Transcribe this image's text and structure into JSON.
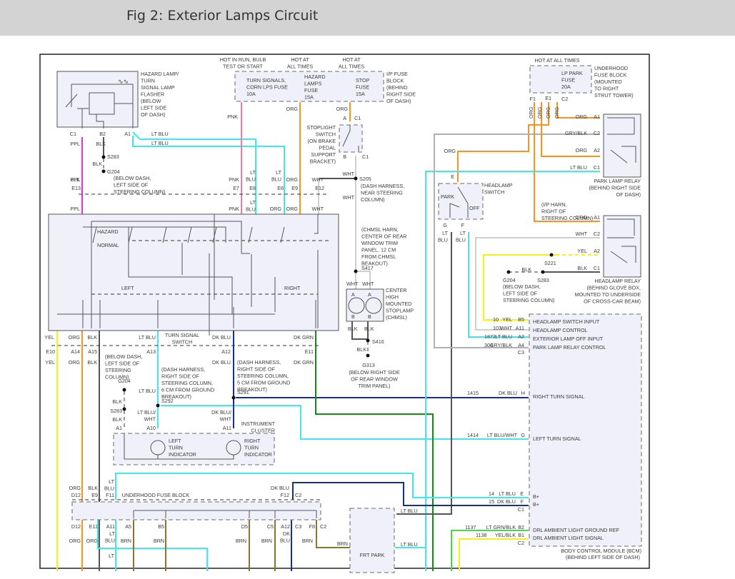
{
  "header": {
    "title": "Fig 2: Exterior Lamps Circuit"
  },
  "colors": {
    "ppl": "#e030e0",
    "pnk": "#f07aa0",
    "ltblu": "#3ee8ee",
    "org": "#f7931e",
    "wht": "#cfcfcf",
    "blk": "#555555",
    "gry": "#b0b0b0",
    "yel": "#f4f01a",
    "dkblu": "#1a2f8a",
    "dkgrn": "#128c12",
    "brn": "#8b7330",
    "ltgrn": "#48d848"
  },
  "flasher": {
    "title_lines": [
      "HAZARD LAMP/",
      "TURN",
      "SIGNAL LAMP",
      "FLASHER",
      "(BELOW",
      "LEFT SIDE",
      "OF DASH)"
    ],
    "pins": [
      "C1",
      "B2",
      "A1"
    ],
    "wires": {
      "c1": "PPL",
      "b2": "BLK",
      "a1_1": "LT BLU",
      "a1_2": "LT BLU"
    }
  },
  "ip_fuse": {
    "hot_run": [
      "HOT IN RUN, BULB",
      "TEST OR START"
    ],
    "hot1": [
      "HOT AT",
      "ALL TIMES"
    ],
    "hot2": [
      "HOT AT",
      "ALL TIMES"
    ],
    "fuse1": [
      "TURN SIGNALS,",
      "CORN LPS FUSE",
      "10A"
    ],
    "fuse2": [
      "HAZARD",
      "LAMPS",
      "FUSE",
      "15A"
    ],
    "fuse3": [
      "STOP",
      "FUSE",
      "15A"
    ],
    "title": [
      "I/P FUSE",
      "BLOCK",
      "(BEHIND",
      "RIGHT SIDE",
      "OF DASH)"
    ],
    "wire_pnk": "PNK",
    "wire_org1": "ORG",
    "wire_org2": "ORG"
  },
  "stoplight": {
    "title": [
      "STOPLIGHT",
      "SWITCH",
      "(ON BRAKE",
      "PEDAL",
      "SUPPORT",
      "BRACKET)"
    ],
    "pin_a": "A",
    "pin_b": "B",
    "conn": "C1"
  },
  "ground_left": {
    "splice": "S283",
    "wire": "BLK",
    "wire2": "BLK",
    "ground": "G204",
    "loc": [
      "(BELOW DASH,",
      "LEFT SIDE OF",
      "STEERING COLUMN)"
    ]
  },
  "harness_e": {
    "pins": [
      "E13",
      "E7",
      "E8",
      "E6",
      "E9",
      "E12"
    ],
    "top_wires": [
      "PPL",
      "PNK",
      "LT|BLU",
      "LT|BLU",
      "ORG",
      "WHT"
    ],
    "bottom_wires": [
      "PPL",
      "PNK",
      "LT|BLU",
      "ORG",
      "ORG",
      "WHT"
    ]
  },
  "s205": {
    "splice": "S205",
    "loc": [
      "(DASH HARNESS,",
      "NEAR STEERING",
      "COLUMN)"
    ],
    "wire_in": "WHT",
    "wire_down": "WHT"
  },
  "turn_switch": {
    "hazard": "HAZARD",
    "normal": "NORMAL",
    "left": "LEFT",
    "right": "RIGHT",
    "title": [
      "TURN SIGNAL",
      "SWITCH"
    ],
    "out_wires": [
      "YEL",
      "ORG",
      "BLK",
      "LT BLU",
      "DK BLU",
      "DK GRN"
    ]
  },
  "lower_harness": {
    "pins": [
      "E10",
      "A14",
      "A15",
      "A13",
      "A12",
      "E11"
    ],
    "wires": [
      "YEL",
      "ORG",
      "BLK",
      "DK BLU",
      "DK GRN"
    ]
  },
  "g204_lower": {
    "loc": [
      "(BELOW DASH,",
      "LEFT SIDE OF",
      "STEERING",
      "COLUMN)"
    ],
    "ground": "G204",
    "wire1": "BLK",
    "splice": "S283",
    "wire2": "BLK"
  },
  "s292": {
    "loc": [
      "(DASH HARNESS,",
      "RIGHT SIDE OF",
      "STEERING COLUMN,",
      "6 CM FROM GROUND",
      "BREAKOUT)"
    ],
    "splice": "S292",
    "wire_in": "LT BLU",
    "wire_out": [
      "LT BLU/",
      "WHT"
    ]
  },
  "s291": {
    "loc": [
      "(DASH HARNESS,",
      "RIGHT SIDE OF",
      "STEERING COLUMN,",
      "5 CM FROM GROUND",
      "BREAKOUT)"
    ],
    "splice": "S291",
    "wire_in": "DK BLU",
    "wire_out": [
      "DK BLU/",
      "WHT"
    ]
  },
  "cluster": {
    "title": [
      "INSTRUMENT",
      "CLUSTER"
    ],
    "pins": [
      "A1",
      "A10",
      "A11"
    ],
    "left": [
      "LEFT",
      "TURN",
      "INDICATOR"
    ],
    "right": [
      "RIGHT",
      "TURN",
      "INDICATOR"
    ]
  },
  "chmsl": {
    "harn": [
      "(CHMSL HARN,",
      "CENTER OF REAR",
      "WINDOW TRIM",
      "PANEL, 12 CM",
      "FROM CHMSL",
      "BEAKOUT)"
    ],
    "splice_top": "S417",
    "wires_top": [
      "WHT",
      "WHT"
    ],
    "pins_top": [
      "A",
      "A"
    ],
    "pins_bot": [
      "B",
      "B"
    ],
    "title": [
      "CENTER",
      "HIGH",
      "MOUNTED",
      "STOPLAMP",
      "(CHMSL)"
    ],
    "wires_bot": [
      "BLK",
      "BLK"
    ],
    "splice_bot": "S416",
    "wire_g": "BLK",
    "ground": "G313",
    "ground_loc": [
      "(BELOW RIGHT SIDE",
      "OF REAR WINDOW",
      "TRIM PANEL)"
    ]
  },
  "underhood_top": {
    "hot": "HOT AT ALL TIMES",
    "fuse": [
      "LP PARK",
      "FUSE",
      "20A"
    ],
    "title": [
      "UNDERHOOD",
      "FUSE BLOCK",
      "(MOUNTED",
      "TO RIGHT",
      "STRUT TOWER)"
    ],
    "pins": [
      "F1",
      "E1",
      "C2"
    ],
    "vert_wires": [
      "ORG",
      "ORG",
      "ORG",
      "ORG"
    ]
  },
  "park_relay": {
    "rows": [
      {
        "wire": "ORG",
        "pin": "A1"
      },
      {
        "wire": "GRY/BLK",
        "pin": "C2"
      },
      {
        "wire": "ORG",
        "pin": "A2"
      },
      {
        "wire": "LT BLU",
        "pin": "C1"
      }
    ],
    "title": [
      "PARK LAMP RELAY",
      "(BEHIND RIGHT SIDE",
      "OF DASH)"
    ],
    "org_left": "ORG"
  },
  "headlamp_switch": {
    "pin_e": "E",
    "title": [
      "HEADLAMP",
      "SWITCH"
    ],
    "park": "PARK",
    "off": "OFF",
    "pins": [
      "G",
      "F"
    ],
    "wires": [
      "LT|BLU",
      "LT|BLU"
    ]
  },
  "headlamp_relay": {
    "harn": [
      "(I/P HARN,",
      "RIGHT OF",
      "STEERING COLUMN)"
    ],
    "rows": [
      {
        "wire": "ORG",
        "pin": "A1"
      },
      {
        "wire": "WHT",
        "pin": "C2"
      },
      {
        "wire": "YEL",
        "pin": "A2"
      },
      {
        "wire": "BLK",
        "pin": "C1"
      }
    ],
    "splice_yel": "S221",
    "splice_blk": "S283",
    "ground": "G204",
    "ground_loc": [
      "(BELOW DASH,",
      "LEFT SIDE OF",
      "STEERING COLUMN)"
    ],
    "title": [
      "HEADLAMP RELAY",
      "(BEHIND GLOVE BOX,",
      "MOUNTED TO UNDERSIDE",
      "OF CROSS-CAR BEAM)"
    ]
  },
  "bcm": {
    "c3_rows": [
      {
        "circuit": "10",
        "wire": "YEL",
        "pin": "B5",
        "label": "HEADLAMP SWITCH INPUT"
      },
      {
        "circuit": "103",
        "wire": "WHT",
        "pin": "A11",
        "label": "HEADLAMP CONTROL"
      },
      {
        "circuit": "1872",
        "wire": "LT BLU",
        "pin": "A2",
        "label": "EXTERIOR LAMP OFF INPUT"
      },
      {
        "circuit": "308",
        "wire": "GRY/BLK",
        "pin": "A4",
        "label": "PARK LAMP RELAY CONTROL"
      }
    ],
    "c3": "C3",
    "turn_rows": [
      {
        "circuit": "1415",
        "wire": "DK BLU",
        "pin": "H",
        "label": "RIGHT TURN SIGNAL"
      },
      {
        "circuit": "1414",
        "wire": "LT BLU/WHT",
        "pin": "G",
        "label": "LEFT TURN SIGNAL"
      }
    ],
    "c1_rows": [
      {
        "circuit": "14",
        "wire": "LT BLU",
        "pin": "E",
        "label": "B+"
      },
      {
        "circuit": "15",
        "wire": "DK BLU",
        "pin": "F",
        "label": "B+"
      }
    ],
    "c1": "C1",
    "c2_rows": [
      {
        "circuit": "1137",
        "wire": "LT GRN/BLK",
        "pin": "B2",
        "label": "DRL AMBIENT LIGHT GROUND REF"
      },
      {
        "circuit": "1138",
        "wire": "YEL/BLK",
        "pin": "B1",
        "label": "DRL AMBIENT LIGHT SIGNAL"
      }
    ],
    "c2": "C2",
    "title": "BODY CONTROL MODULE (BCM)",
    "subtitle": "(BEHIND LEFT SIDE OF DASH)"
  },
  "underhood_bottom": {
    "title": "UNDERHOOD FUSE BLOCK",
    "top_wires": [
      "ORG",
      "BLK",
      "LT|BLU",
      "DK BLU"
    ],
    "top_pins": [
      "D12",
      "E9",
      "F11",
      "F12"
    ],
    "top_conn": "C2",
    "bot_pins": [
      "D12",
      "E11",
      "A11",
      "A5",
      "B5",
      "D5",
      "C5",
      "A12",
      "F8"
    ],
    "bot_conn1": "C3",
    "bot_conn2": "C2",
    "bot_wires": [
      "ORG",
      "ORG",
      "LT|BLU",
      "BRN",
      "BRN",
      "BRN",
      "BRN",
      "DK|BLU",
      "BRN"
    ],
    "ltblu_lower": "LT"
  },
  "frt_park": {
    "title": "FRT PARK",
    "wire_brn": "BRN",
    "wire_ltblu1": "LT BLU",
    "wire_ltblu2": "LT BLU"
  }
}
